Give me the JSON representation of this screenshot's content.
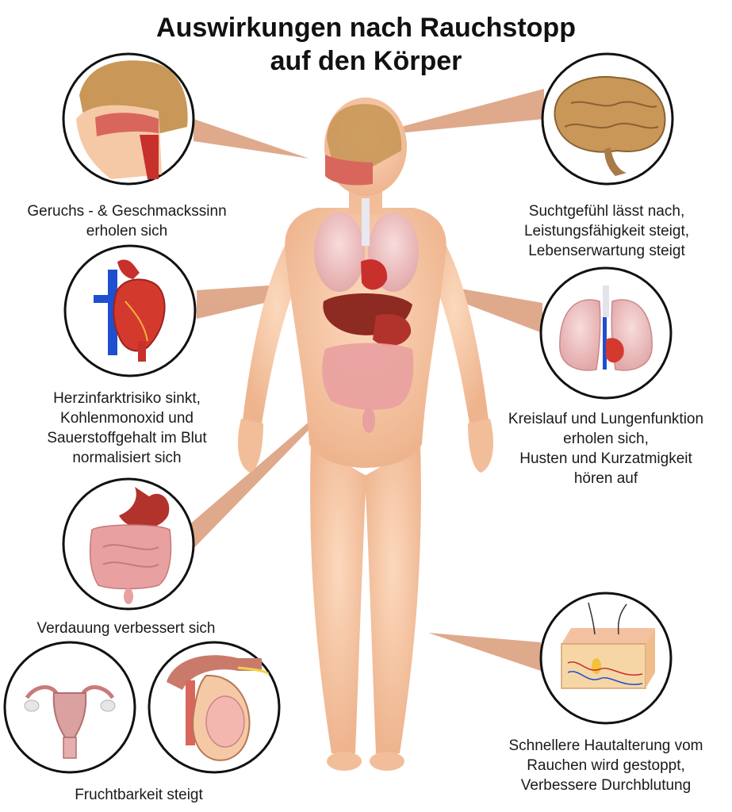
{
  "title": {
    "line1": "Auswirkungen nach Rauchstopp",
    "line2": "auf den Körper"
  },
  "captions": {
    "smell": [
      "Geruchs - & Geschmackssinn",
      "erholen sich"
    ],
    "brain": [
      "Suchtgefühl lässt nach,",
      "Leistungsfähigkeit steigt,",
      "Lebenserwartung steigt"
    ],
    "heart": [
      "Herzinfarktrisiko sinkt,",
      "Kohlenmonoxid und",
      "Sauerstoffgehalt im Blut",
      "normalisiert sich"
    ],
    "lungs": [
      "Kreislauf und Lungenfunktion",
      "erholen sich,",
      "Husten und Kurzatmigkeit",
      "hören auf"
    ],
    "digestion": [
      "Verdauung verbessert sich"
    ],
    "skin": [
      "Schnellere Hautalterung vom",
      "Rauchen wird gestoppt,",
      "Verbessere Durchblutung"
    ],
    "fertility": [
      "Fruchtbarkeit steigt"
    ]
  },
  "colors": {
    "skin": "#f6c9a6",
    "skin_shade": "#e9ab85",
    "pointer": "#d99a78",
    "organ_red": "#c8302c",
    "lung_pink": "#f2c6c6",
    "brain_tan": "#c99758",
    "vein_blue": "#1e4fd0",
    "circle_border": "#111111"
  },
  "icons": [
    "head-section-icon",
    "brain-icon",
    "heart-icon",
    "lungs-icon",
    "digestive-tract-icon",
    "skin-section-icon",
    "uterus-icon",
    "testis-icon"
  ]
}
